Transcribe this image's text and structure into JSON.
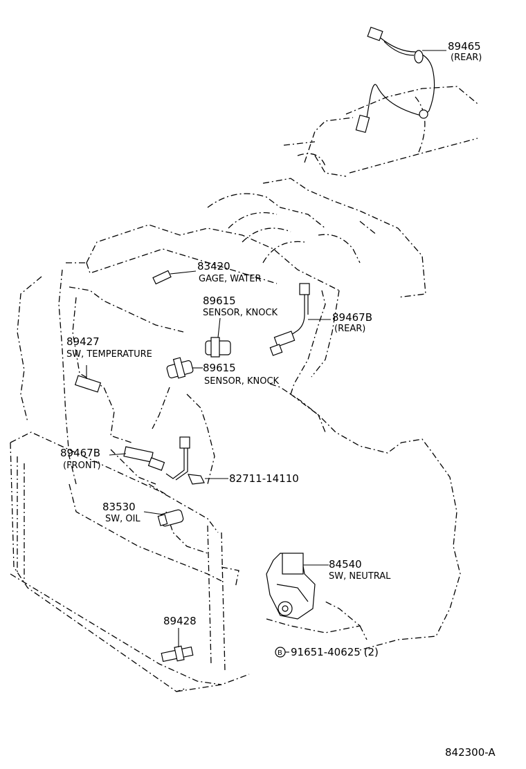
{
  "parts": {
    "p89465": {
      "number": "89465",
      "desc": "(REAR)"
    },
    "p83420": {
      "number": "83420",
      "desc": "GAGE, WATER"
    },
    "p89615a": {
      "number": "89615",
      "desc": "SENSOR, KNOCK"
    },
    "p89467b_rear": {
      "number": "89467B",
      "desc": "(REAR)"
    },
    "p89427": {
      "number": "89427",
      "desc": "SW, TEMPERATURE"
    },
    "p89615b": {
      "number": "89615",
      "desc": "SENSOR, KNOCK"
    },
    "p89467b_front": {
      "number": "89467B",
      "desc": "(FRONT)"
    },
    "p82711": {
      "number": "82711-14110"
    },
    "p83530": {
      "number": "83530",
      "desc": "SW, OIL"
    },
    "p84540": {
      "number": "84540",
      "desc": "SW, NEUTRAL"
    },
    "p89428": {
      "number": "89428"
    },
    "p91651": {
      "marker": "B",
      "number": "91651-40625 (2)"
    }
  },
  "diagram_code": "842300-A"
}
